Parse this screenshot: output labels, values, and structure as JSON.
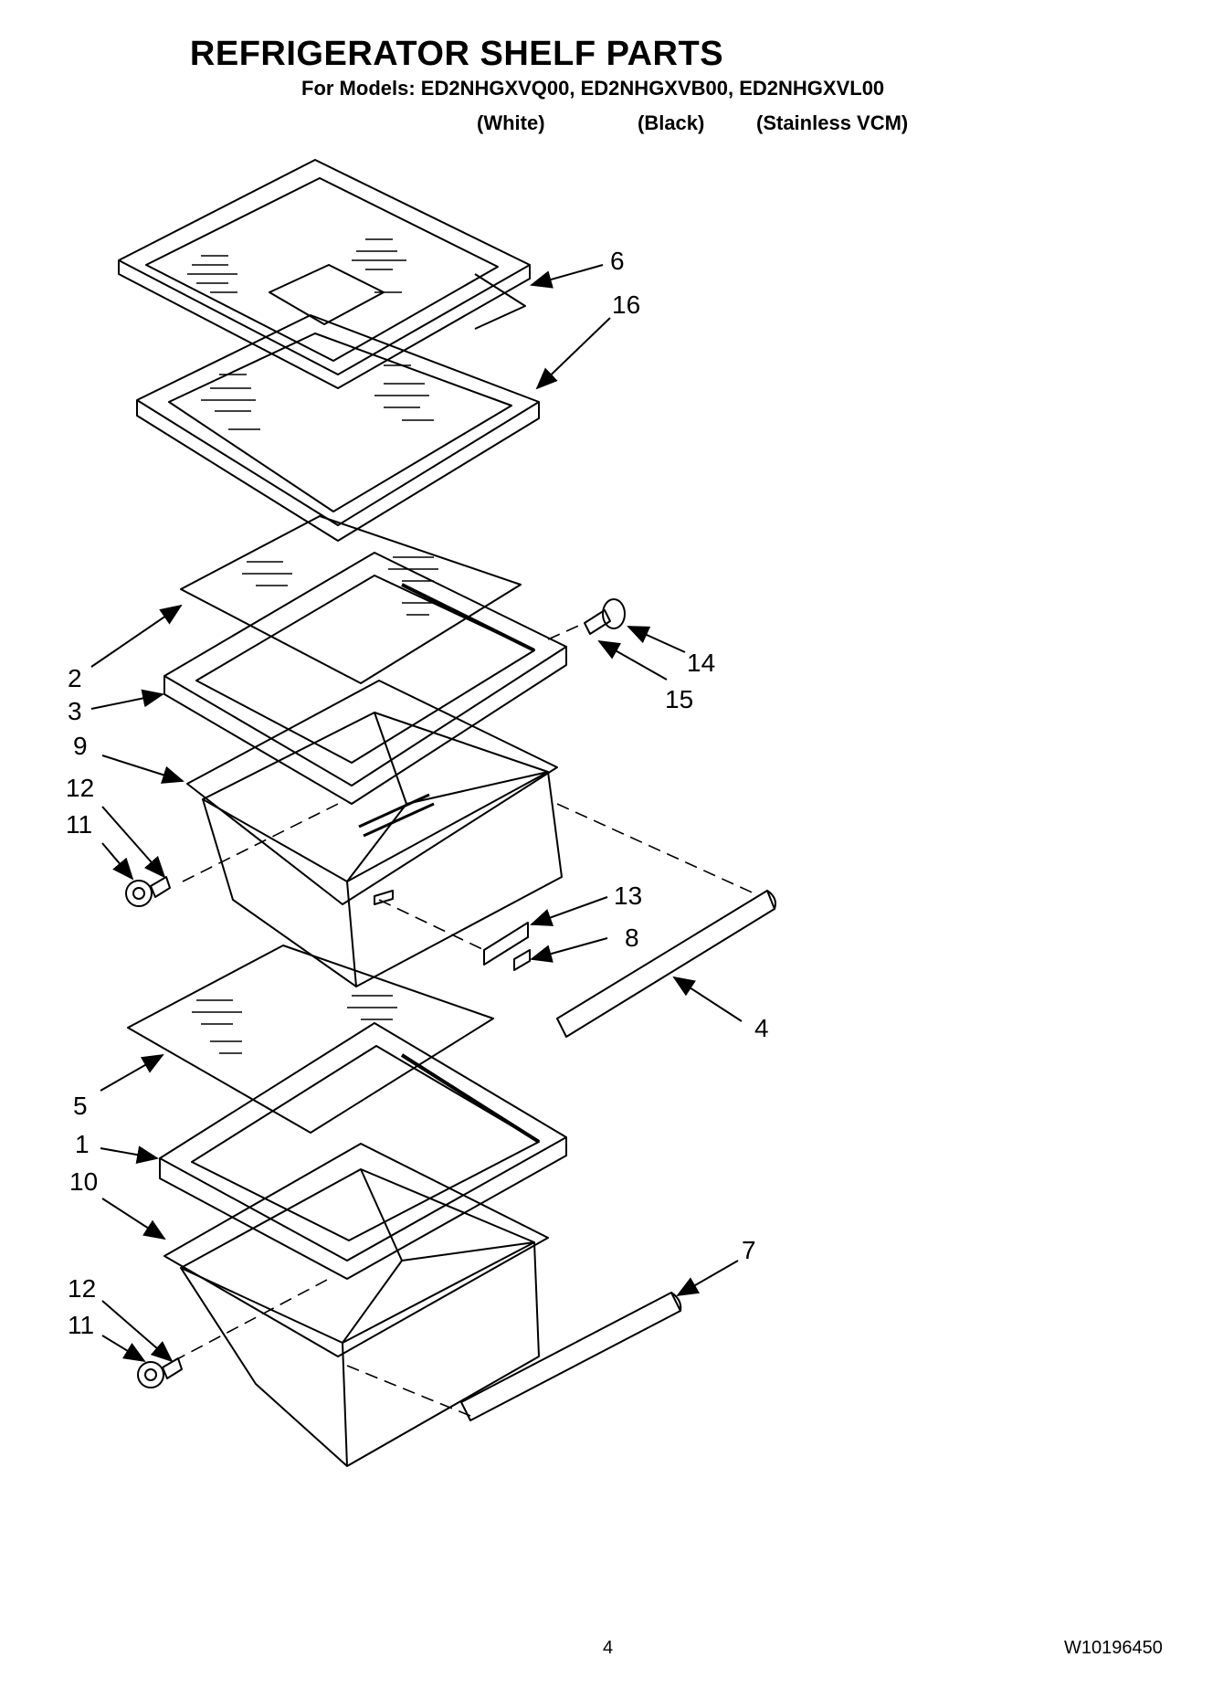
{
  "header": {
    "title": "REFRIGERATOR SHELF PARTS",
    "models_line": "For Models: ED2NHGXVQ00, ED2NHGXVB00, ED2NHGXVL00",
    "variants": [
      "(White)",
      "(Black)",
      "(Stainless VCM)"
    ]
  },
  "callouts": [
    "6",
    "16",
    "2",
    "3",
    "9",
    "12",
    "11",
    "14",
    "15",
    "13",
    "8",
    "4",
    "5",
    "1",
    "10",
    "7",
    "12",
    "11"
  ],
  "footer": {
    "page_number": "4",
    "document_number": "W10196450"
  }
}
